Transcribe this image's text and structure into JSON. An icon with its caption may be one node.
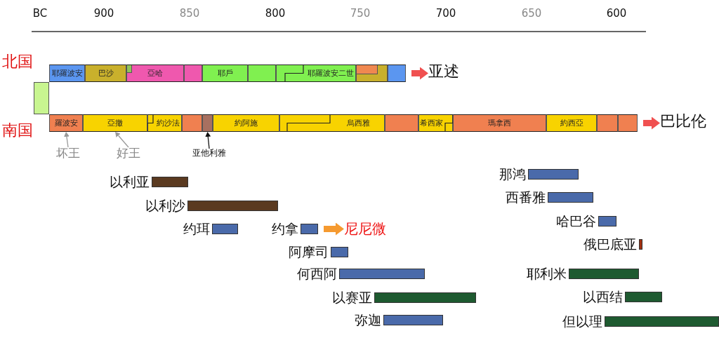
{
  "diagram": {
    "nodes": [
      {
        "text": [
          "耶羅波安"
        ]
      },
      {
        "text": [
          "巴沙"
        ]
      },
      {
        "text": [
          "亞哈"
        ]
      },
      {
        "text": [],
        "shape": "box",
        "in": 2
      },
      {
        "text": [],
        "shape": "box"
      },
      {
        "text": [
          "耶戶"
        ]
      },
      {
        "text": [],
        "shape": "box"
      },
      {
        "text": [
          "耶羅波安二世"
        ]
      },
      {
        "text": [],
        "shape": "box"
      },
      {
        "text": [],
        "shape": "box",
        "in": 8
      },
      {
        "text": [],
        "shape": "box"
      },
      {
        "text": [
          "亚述"
        ]
      },
      {
        "text": [],
        "shape": "box"
      },
      {
        "text": [
          "羅波安"
        ]
      },
      {
        "text": [
          "亞撤"
        ]
      },
      {
        "text": [
          "約沙法"
        ]
      },
      {
        "text": [],
        "shape": "box"
      },
      {
        "text": [],
        "shape": "box"
      },
      {
        "text": [
          "約阿施"
        ]
      },
      {
        "text": [
          "烏西雅"
        ]
      },
      {
        "text": [],
        "shape": "box"
      },
      {
        "text": [
          "希西家"
        ]
      },
      {
        "text": [
          "瑪拿西"
        ]
      },
      {
        "text": [
          "約西亞"
        ]
      },
      {
        "text": [],
        "shape": "box"
      },
      {
        "text": [],
        "shape": "box"
      },
      {
        "text": [
          "巴比伦"
        ]
      },
      {
        "text": [
          "坏王"
        ]
      },
      {
        "text": [
          "好王"
        ]
      },
      {
        "text": [
          "亚他利雅"
        ]
      },
      {
        "text": [
          "以利亚"
        ]
      },
      {
        "text": [
          "以利沙"
        ]
      },
      {
        "text": [
          "约珥"
        ]
      },
      {
        "text": [
          "约拿"
        ]
      },
      {
        "text": [
          "尼尼微"
        ]
      },
      {
        "text": [
          "阿摩司"
        ]
      },
      {
        "text": [
          "何西阿"
        ]
      },
      {
        "text": [
          "以赛亚"
        ]
      },
      {
        "text": [
          "弥迦"
        ]
      },
      {
        "text": [
          "那鸿"
        ]
      },
      {
        "text": [
          "西番雅"
        ]
      },
      {
        "text": [
          "哈巴谷"
        ]
      },
      {
        "text": [
          "俄巴底亚"
        ]
      },
      {
        "text": [
          "耶利米"
        ]
      },
      {
        "text": [
          "以西结"
        ]
      },
      {
        "text": [
          "但以理"
        ]
      }
    ],
    "edges": [
      {
        "from": 10,
        "to": 11,
        "arrow": "to",
        "style": "thick",
        "color": "#f05050"
      },
      {
        "from": 25,
        "to": 26,
        "arrow": "to",
        "style": "thick",
        "color": "#f05050"
      },
      {
        "from": 27,
        "to": 13,
        "arrow": "to",
        "color": "#999999"
      },
      {
        "from": 28,
        "to": 14,
        "arrow": "to",
        "color": "#999999"
      },
      {
        "from": 29,
        "to": 17,
        "arrow": "to",
        "color": "#111111"
      },
      {
        "from": 33,
        "to": 34,
        "arrow": "to",
        "style": "thick",
        "color": "#f59a30"
      }
    ],
    "labels": [
      "BC",
      "900",
      "850",
      "800",
      "750",
      "700",
      "650",
      "600",
      "北国",
      "南国"
    ]
  }
}
